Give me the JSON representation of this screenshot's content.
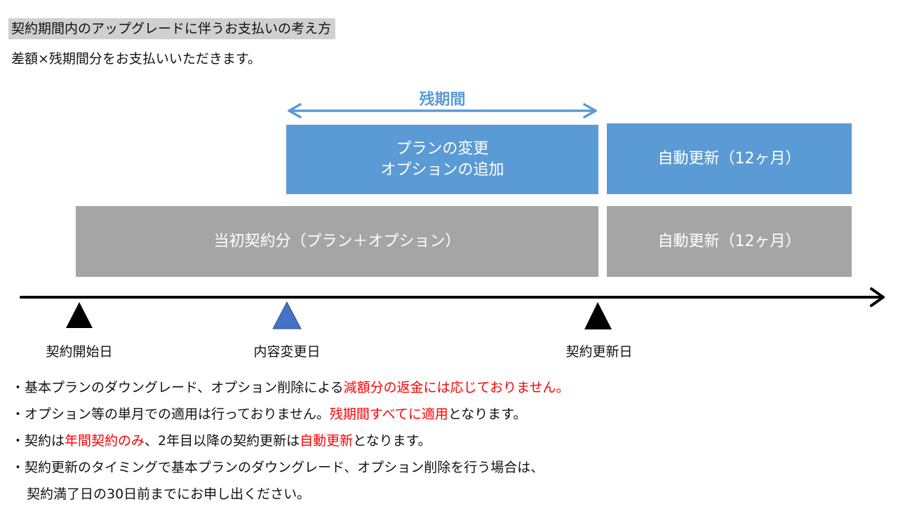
{
  "header": {
    "title": "契約期間内のアップグレードに伴うお支払いの考え方",
    "subtitle": "差額×残期間分をお支払いいただきます。"
  },
  "diagram": {
    "remaining_label": "残期間",
    "change_box": {
      "line1": "プランの変更",
      "line2": "オプションの追加"
    },
    "auto_renew_upper": "自動更新（12ヶ月）",
    "initial_box": "当初契約分（プラン＋オプション）",
    "auto_renew_lower": "自動更新（12ヶ月）",
    "markers": [
      {
        "label": "契約開始日",
        "color": "#000000"
      },
      {
        "label": "内容変更日",
        "color": "#4472c4"
      },
      {
        "label": "契約更新日",
        "color": "#000000"
      }
    ],
    "colors": {
      "blue_box": "#5b9bd5",
      "gray_box": "#a5a5a5",
      "remaining_arrow": "#5b9bd5",
      "highlight": "#ff0000"
    }
  },
  "notes": [
    {
      "prefix": "・基本プランのダウングレード、オプション削除による",
      "red": "減額分の返金には応じておりません。",
      "suffix": ""
    },
    {
      "prefix": "・オプション等の単月での適用は行っておりません。",
      "red": "残期間すべてに適用",
      "suffix": "となります。"
    },
    {
      "prefix": "・契約は",
      "red": "年間契約のみ",
      "middle": "、2年目以降の契約更新は",
      "red2": "自動更新",
      "suffix": "となります。"
    },
    {
      "line1": "・契約更新のタイミングで基本プランのダウングレード、オプション削除を行う場合は、",
      "line2": "契約満了日の30日前までにお申し出ください。"
    }
  ]
}
